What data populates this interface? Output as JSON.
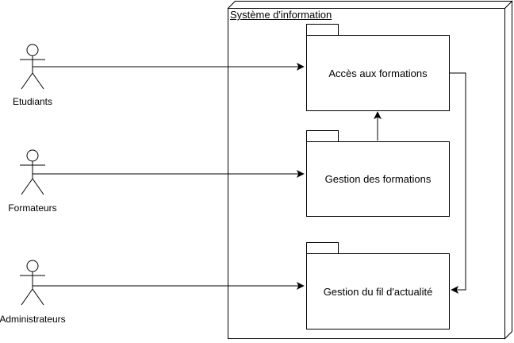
{
  "diagram": {
    "system": {
      "title": "Système d'information"
    },
    "packages": [
      {
        "id": "acces-aux-formations",
        "label": "Accès aux formations"
      },
      {
        "id": "gestion-des-formations",
        "label": "Gestion des formations"
      },
      {
        "id": "gestion-du-fil-actualite",
        "label": "Gestion du fil d'actualité"
      }
    ],
    "actors": [
      {
        "id": "etudiants",
        "label": "Etudiants"
      },
      {
        "id": "formateurs",
        "label": "Formateurs"
      },
      {
        "id": "administrateurs",
        "label": "Administrateurs"
      }
    ],
    "connections": [
      {
        "from": "etudiants",
        "to": "acces-aux-formations",
        "style": "arrow"
      },
      {
        "from": "formateurs",
        "to": "gestion-des-formations",
        "style": "arrow"
      },
      {
        "from": "administrateurs",
        "to": "gestion-du-fil-actualite",
        "style": "arrow"
      },
      {
        "from": "gestion-des-formations",
        "to": "acces-aux-formations",
        "style": "arrow"
      },
      {
        "from": "acces-aux-formations",
        "to": "gestion-du-fil-actualite",
        "style": "arrow"
      }
    ],
    "colors": {
      "stroke": "#000000",
      "fill": "#ffffff",
      "background": "#ffffff"
    }
  }
}
